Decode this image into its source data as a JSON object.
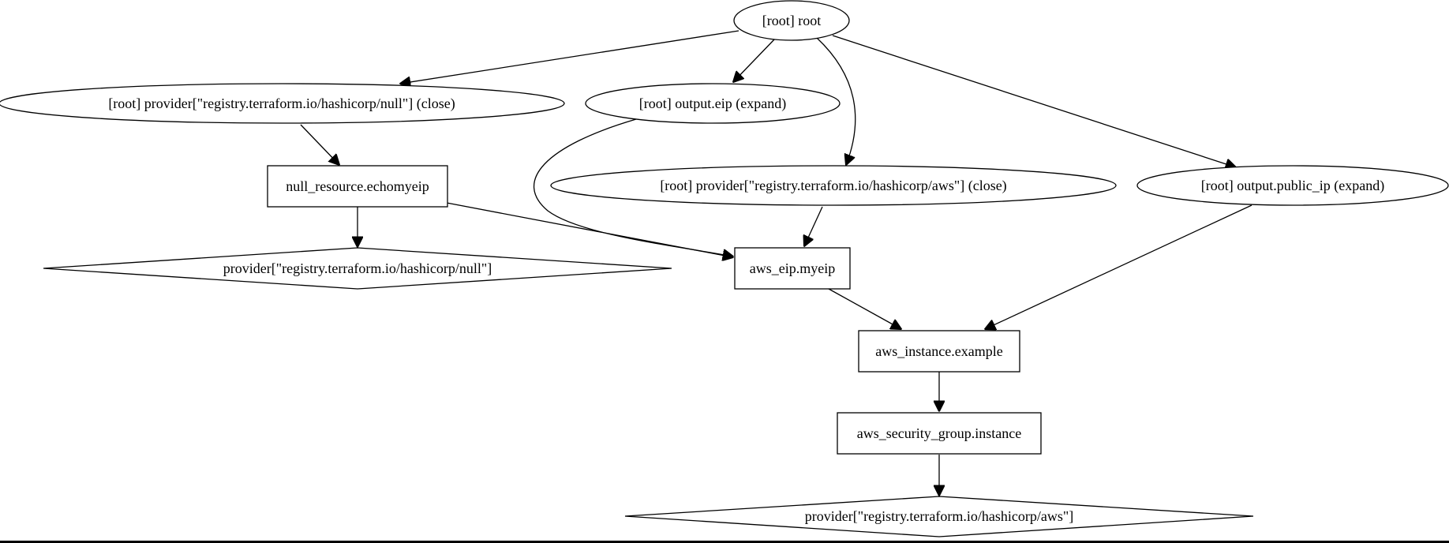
{
  "graph": {
    "nodes": {
      "root": "[root] root",
      "provider_null_close": "[root] provider[\"registry.terraform.io/hashicorp/null\"] (close)",
      "output_eip": "[root] output.eip (expand)",
      "provider_aws_close": "[root] provider[\"registry.terraform.io/hashicorp/aws\"] (close)",
      "output_public_ip": "[root] output.public_ip (expand)",
      "null_resource": "null_resource.echomyeip",
      "provider_null": "provider[\"registry.terraform.io/hashicorp/null\"]",
      "aws_eip": "aws_eip.myeip",
      "aws_instance": "aws_instance.example",
      "aws_security_group": "aws_security_group.instance",
      "provider_aws": "provider[\"registry.terraform.io/hashicorp/aws\"]"
    },
    "edges": [
      {
        "from": "root",
        "to": "provider_null_close"
      },
      {
        "from": "root",
        "to": "output_eip"
      },
      {
        "from": "root",
        "to": "provider_aws_close"
      },
      {
        "from": "root",
        "to": "output_public_ip"
      },
      {
        "from": "provider_null_close",
        "to": "null_resource"
      },
      {
        "from": "output_eip",
        "to": "aws_eip"
      },
      {
        "from": "provider_aws_close",
        "to": "aws_eip"
      },
      {
        "from": "null_resource",
        "to": "provider_null"
      },
      {
        "from": "null_resource",
        "to": "aws_eip"
      },
      {
        "from": "output_public_ip",
        "to": "aws_instance"
      },
      {
        "from": "aws_eip",
        "to": "aws_instance"
      },
      {
        "from": "aws_instance",
        "to": "aws_security_group"
      },
      {
        "from": "aws_security_group",
        "to": "provider_aws"
      }
    ]
  }
}
